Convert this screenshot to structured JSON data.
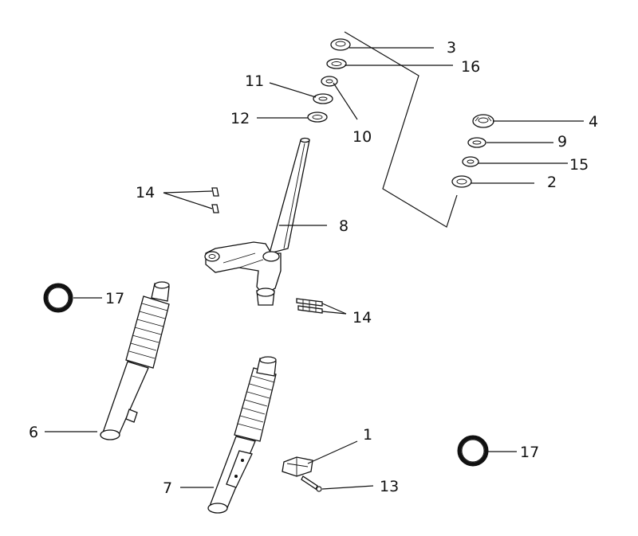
{
  "callouts": [
    {
      "id": "c3",
      "text": "3"
    },
    {
      "id": "c16",
      "text": "16"
    },
    {
      "id": "c11",
      "text": "11"
    },
    {
      "id": "c10",
      "text": "10"
    },
    {
      "id": "c12",
      "text": "12"
    },
    {
      "id": "c4",
      "text": "4"
    },
    {
      "id": "c9",
      "text": "9"
    },
    {
      "id": "c15",
      "text": "15"
    },
    {
      "id": "c2",
      "text": "2"
    },
    {
      "id": "c14a",
      "text": "14"
    },
    {
      "id": "c8",
      "text": "8"
    },
    {
      "id": "c17a",
      "text": "17"
    },
    {
      "id": "c14b",
      "text": "14"
    },
    {
      "id": "c6",
      "text": "6"
    },
    {
      "id": "c1",
      "text": "1"
    },
    {
      "id": "c17b",
      "text": "17"
    },
    {
      "id": "c7",
      "text": "7"
    },
    {
      "id": "c13",
      "text": "13"
    }
  ]
}
